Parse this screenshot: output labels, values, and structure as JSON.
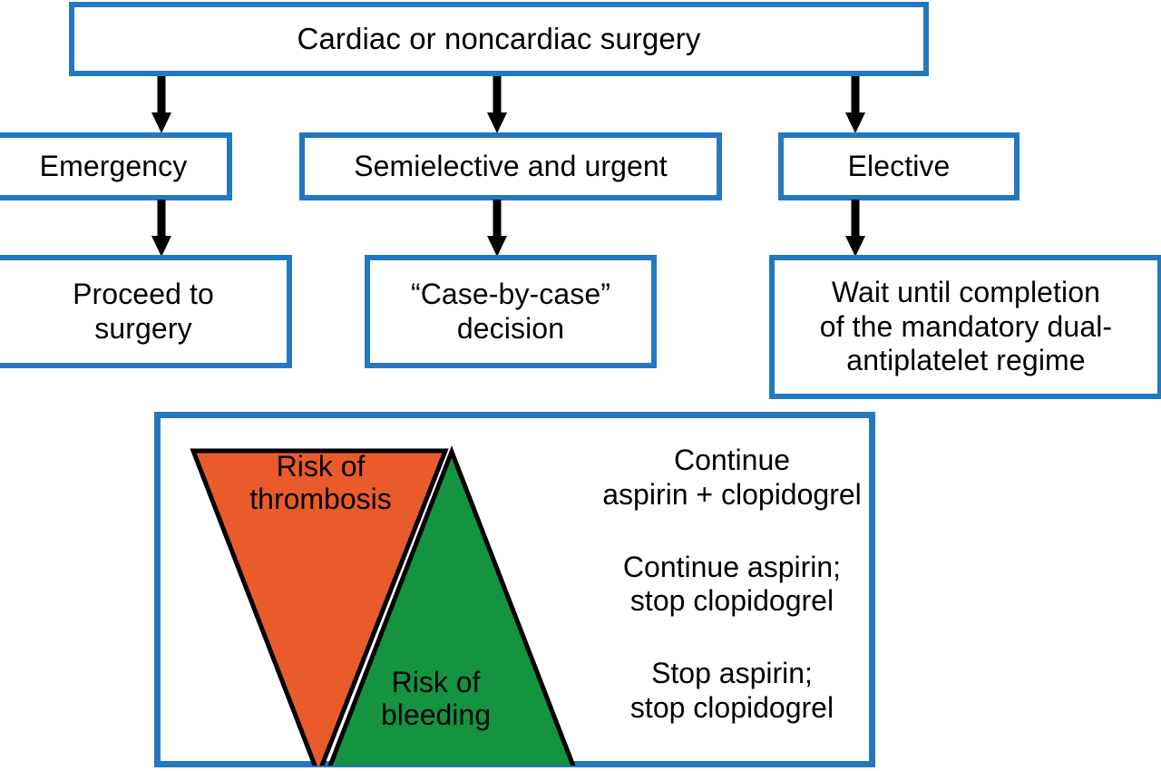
{
  "colors": {
    "box_border_blue": "#2379c0",
    "thrombosis_orange": "#ea5b2c",
    "bleeding_green": "#149440",
    "outline_black": "#000000",
    "background": "#ffffff"
  },
  "flow": {
    "root": {
      "label": "Cardiac or noncardiac surgery"
    },
    "branches": [
      {
        "label": "Emergency",
        "outcome": "Proceed to\nsurgery"
      },
      {
        "label": "Semielective and urgent",
        "outcome": "“Case-by-case”\ndecision"
      },
      {
        "label": "Elective",
        "outcome": "Wait until completion\nof the mandatory dual-\nantiplatelet regime"
      }
    ]
  },
  "risk_panel": {
    "triangles": [
      {
        "name": "risk-of-thrombosis",
        "label": "Risk of\nthrombosis",
        "color": "#ea5b2c",
        "orientation": "down"
      },
      {
        "name": "risk-of-bleeding",
        "label": "Risk of\nbleeding",
        "color": "#149440",
        "orientation": "up"
      }
    ],
    "actions": [
      "Continue\naspirin + clopidogrel",
      "Continue aspirin;\nstop clopidogrel",
      "Stop aspirin;\nstop clopidogrel"
    ]
  }
}
